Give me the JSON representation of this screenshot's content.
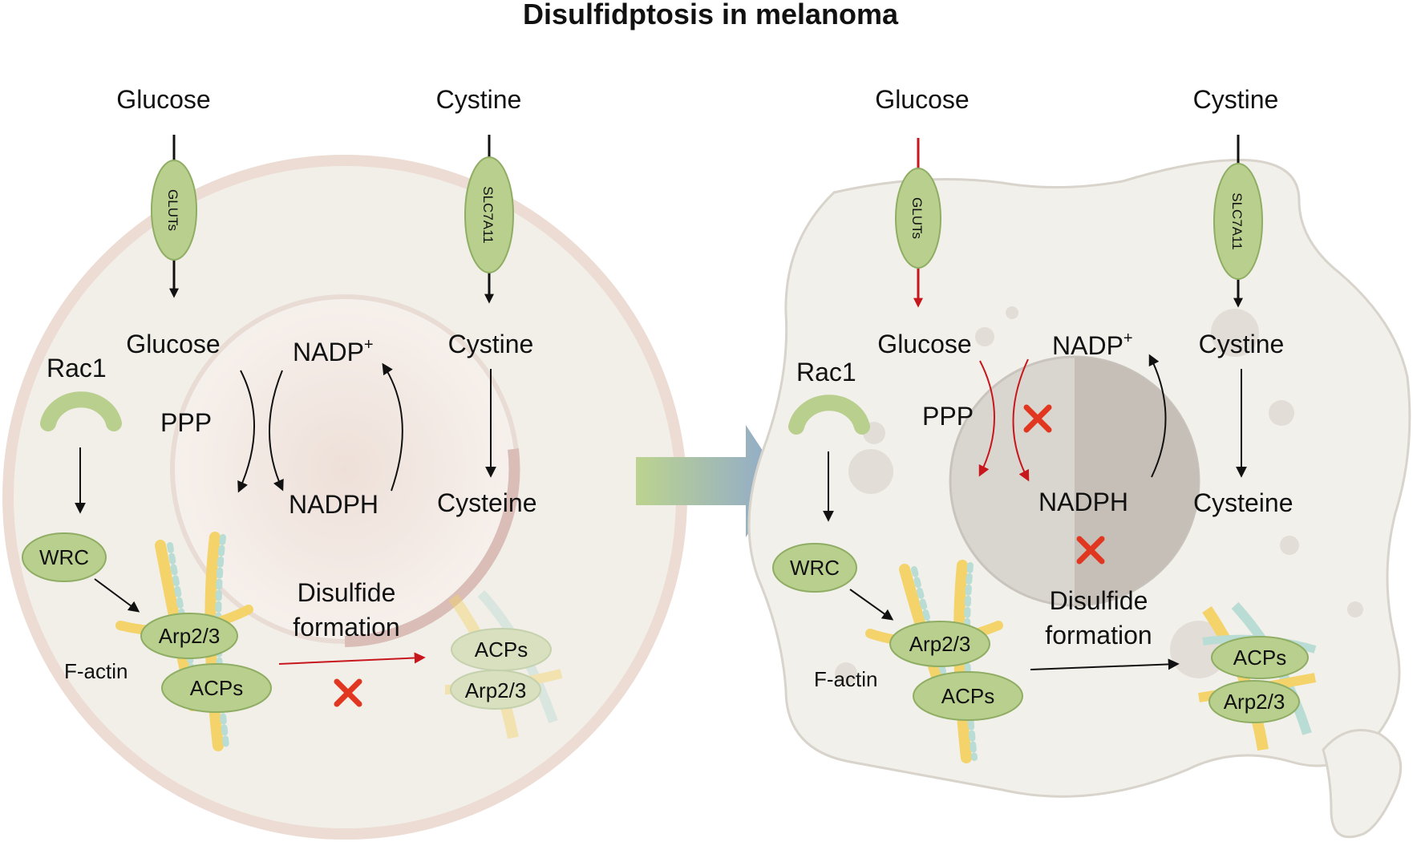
{
  "title": "Disulfidptosis in melanoma",
  "colors": {
    "red": "#c8161d",
    "black": "#111111",
    "green_fill": "#b9cf8e",
    "green_stroke": "#8fad63",
    "cell_fill": "#f2f0ea",
    "cell_ring": "#ecdcd4",
    "nucleus_right": "#d8d4cf",
    "cross": "#e1361f"
  },
  "left": {
    "glucose_outside": "Glucose",
    "cystine_outside": "Cystine",
    "gluts": "GLUTs",
    "slc7a11": "SLC7A11",
    "glucose_inside": "Glucose",
    "nadp": "NADP",
    "nadp_sup": "+",
    "cystine_inside": "Cystine",
    "rac1": "Rac1",
    "ppp": "PPP",
    "nadph": "NADPH",
    "cysteine": "Cysteine",
    "wrc": "WRC",
    "disulfide_line1": "Disulfide",
    "disulfide_line2": "formation",
    "arp": "Arp2/3",
    "acps": "ACPs",
    "factin": "F-actin",
    "acps_faded": "ACPs",
    "arp_faded": "Arp2/3"
  },
  "right": {
    "glucose_outside": "Glucose",
    "cystine_outside": "Cystine",
    "gluts": "GLUTs",
    "slc7a11": "SLC7A11",
    "glucose_inside": "Glucose",
    "nadp": "NADP",
    "nadp_sup": "+",
    "cystine_inside": "Cystine",
    "rac1": "Rac1",
    "ppp": "PPP",
    "nadph": "NADPH",
    "cysteine": "Cysteine",
    "wrc": "WRC",
    "disulfide_line1": "Disulfide",
    "disulfide_line2": "formation",
    "arp": "Arp2/3",
    "acps": "ACPs",
    "factin": "F-actin",
    "acps_cluster": "ACPs",
    "arp_cluster": "Arp2/3"
  }
}
